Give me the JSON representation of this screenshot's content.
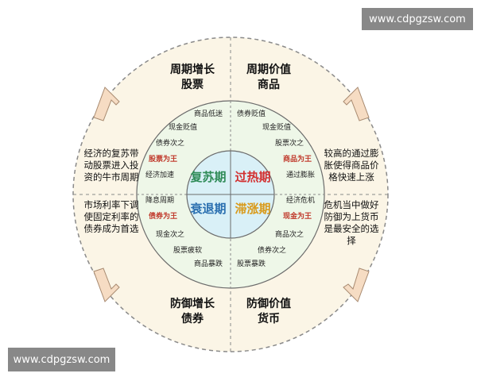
{
  "watermark_top": "www.cdpgzsw.com",
  "watermark_bottom": "www.cdpgzsw.com",
  "quadrants": {
    "top_left": [
      "周期增长",
      "股票"
    ],
    "top_right": [
      "周期价值",
      "商品"
    ],
    "bottom_left": [
      "防御增长",
      "债券"
    ],
    "bottom_right": [
      "防御价值",
      "货币"
    ]
  },
  "side_notes": {
    "left_top": [
      "经济的复苏带",
      "动股票进入投",
      "资的牛市周期"
    ],
    "right_top": [
      "较高的通过膨",
      "胀使得商品价",
      "格快速上涨"
    ],
    "left_bottom": [
      "市场利率下调",
      "使固定利率的",
      "债券成为首选"
    ],
    "right_bottom": [
      "危机当中做好",
      "防御为上货币",
      "是最安全的选",
      "择"
    ]
  },
  "ring_labels": {
    "top_left": [
      "商品低迷",
      "现金贬值",
      "债券次之",
      "股票为王",
      "经济加速"
    ],
    "top_right": [
      "债券贬值",
      "现金贬值",
      "股票次之",
      "商品为王",
      "通过膨胀"
    ],
    "bottom_left": [
      "降息周期",
      "债券为王",
      "现金次之",
      "股票疲软",
      "商品暴跌"
    ],
    "bottom_right": [
      "经济危机",
      "现金为王",
      "商品次之",
      "债券次之",
      "股票暴跌"
    ]
  },
  "phases": {
    "top_left": "复苏期",
    "top_right": "过热期",
    "bottom_left": "衰退期",
    "bottom_right": "滞涨期"
  },
  "colors": {
    "outer_fill": "#fbf5e6",
    "ring_fill": "#eef7e8",
    "core_fill": "#d9f0f7",
    "arrow_fill": "#f6dcc3",
    "arrow_stroke": "#a88a70",
    "phase_top_left": "#2e8b57",
    "phase_top_right": "#d32f2f",
    "phase_bottom_left": "#2a6fb0",
    "phase_bottom_right": "#d99a1a",
    "label_red": "#c0392b"
  }
}
